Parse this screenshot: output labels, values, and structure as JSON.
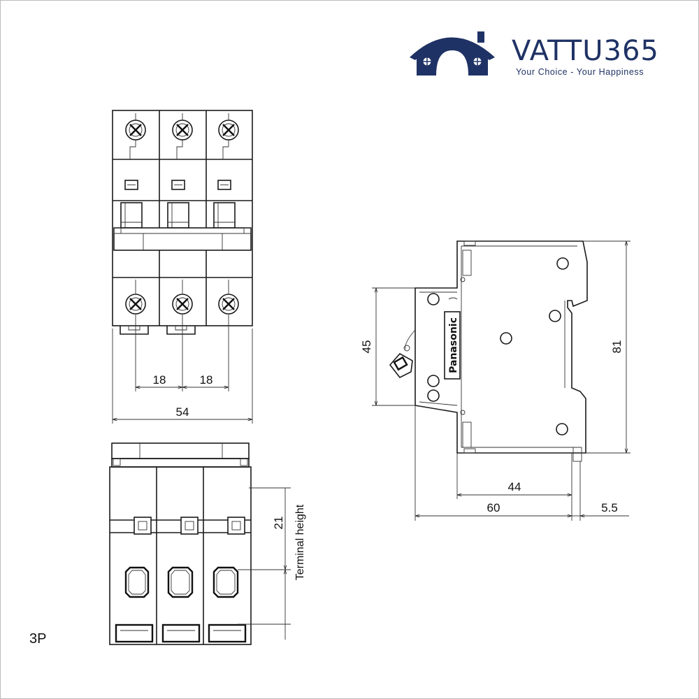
{
  "brand": {
    "name": "VATTU365",
    "tagline": "Your Choice - Your Happiness",
    "primary_color": "#1f3265"
  },
  "front_view": {
    "pole_pitch_1": "18",
    "pole_pitch_2": "18",
    "overall_width": "54"
  },
  "bottom_view": {
    "terminal_dimension": "21",
    "terminal_label": "Terminal height",
    "pole_label": "3P"
  },
  "side_view": {
    "brand_mark": "Panasonic",
    "inner_height": "45",
    "overall_height": "81",
    "front_depth": "44",
    "overall_depth": "60",
    "rail_offset": "5.5"
  }
}
